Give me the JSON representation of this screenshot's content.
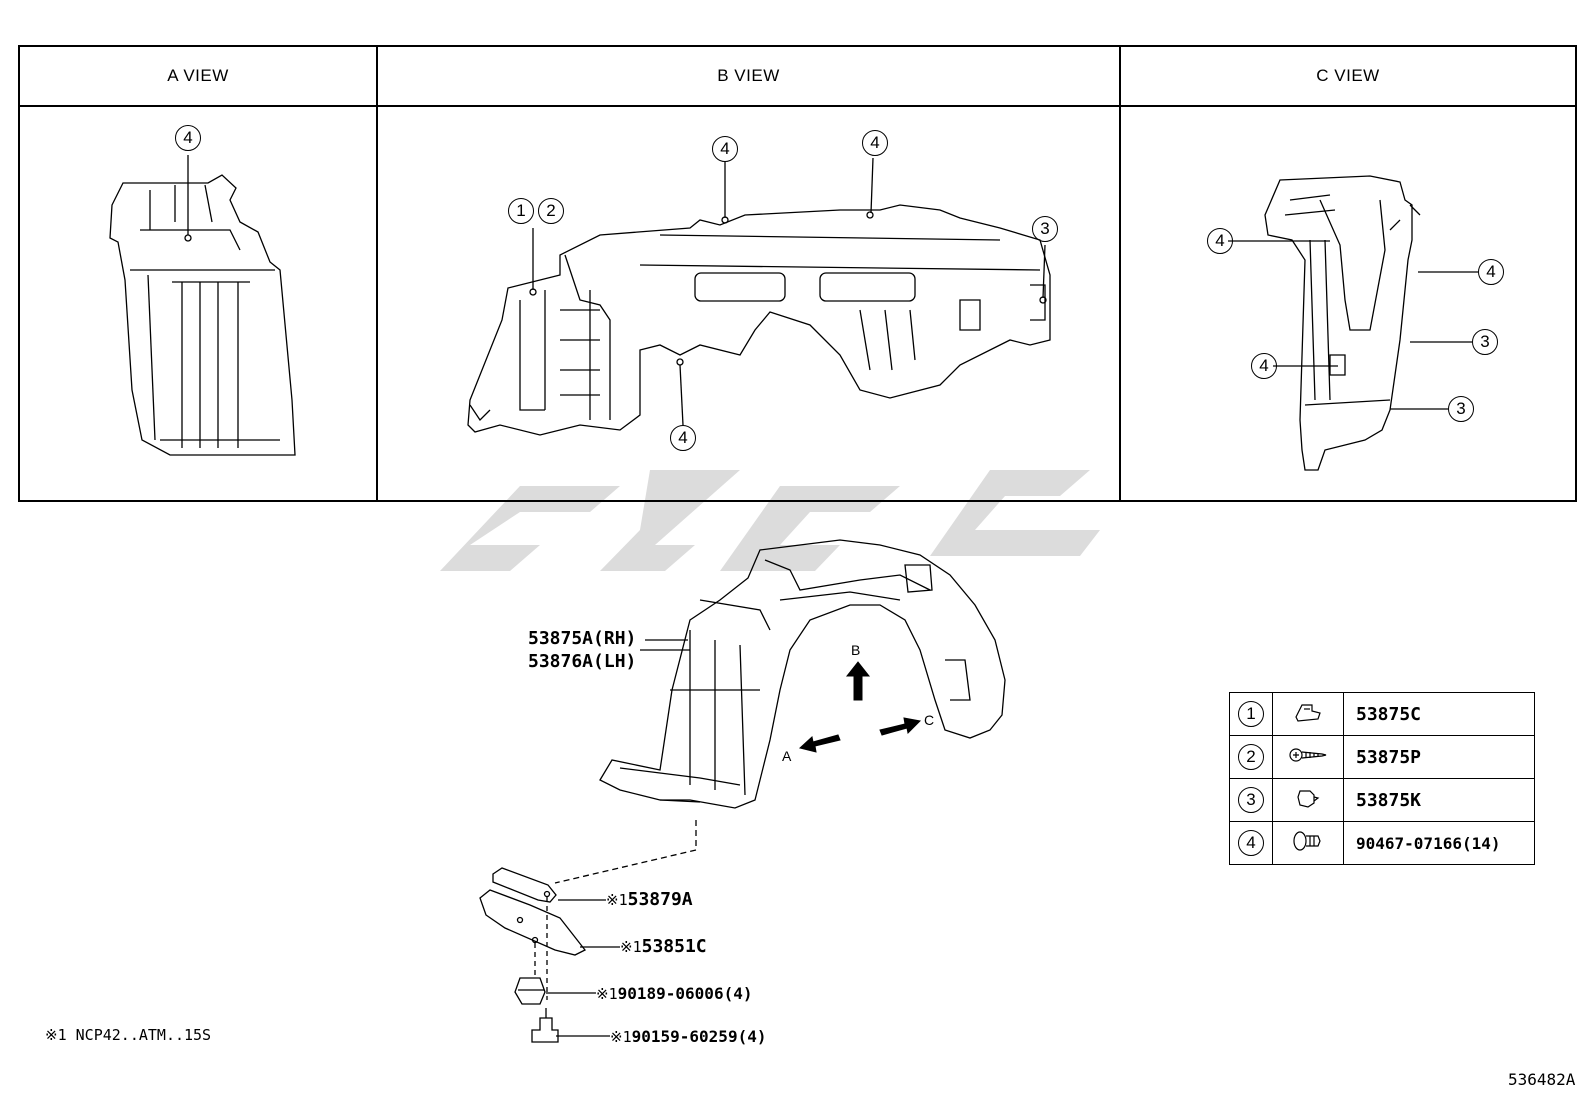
{
  "views": [
    {
      "id": "a",
      "title": "A VIEW"
    },
    {
      "id": "b",
      "title": "B VIEW"
    },
    {
      "id": "c",
      "title": "C VIEW"
    }
  ],
  "callouts": {
    "one": "1",
    "two": "2",
    "three": "3",
    "four": "4"
  },
  "main_part": {
    "rh": "53875A(RH)",
    "lh": "53876A(LH)"
  },
  "direction_labels": {
    "a": "A",
    "b": "B",
    "c": "C"
  },
  "sub_parts": [
    {
      "mark": "※1",
      "number": "53879A"
    },
    {
      "mark": "※1",
      "number": "53851C"
    },
    {
      "mark": "※1",
      "number": "90189-06006(4)"
    },
    {
      "mark": "※1",
      "number": "90159-60259(4)"
    }
  ],
  "legend": [
    {
      "num": "1",
      "icon": "clip-icon",
      "part": "53875C"
    },
    {
      "num": "2",
      "icon": "screw-icon",
      "part": "53875P"
    },
    {
      "num": "3",
      "icon": "grommet-icon",
      "part": "53875K"
    },
    {
      "num": "4",
      "icon": "push-rivet-icon",
      "part": "90467-07166(14)"
    }
  ],
  "footnote": "※1 NCP42..ATM..15S",
  "diagram_id": "536482A"
}
